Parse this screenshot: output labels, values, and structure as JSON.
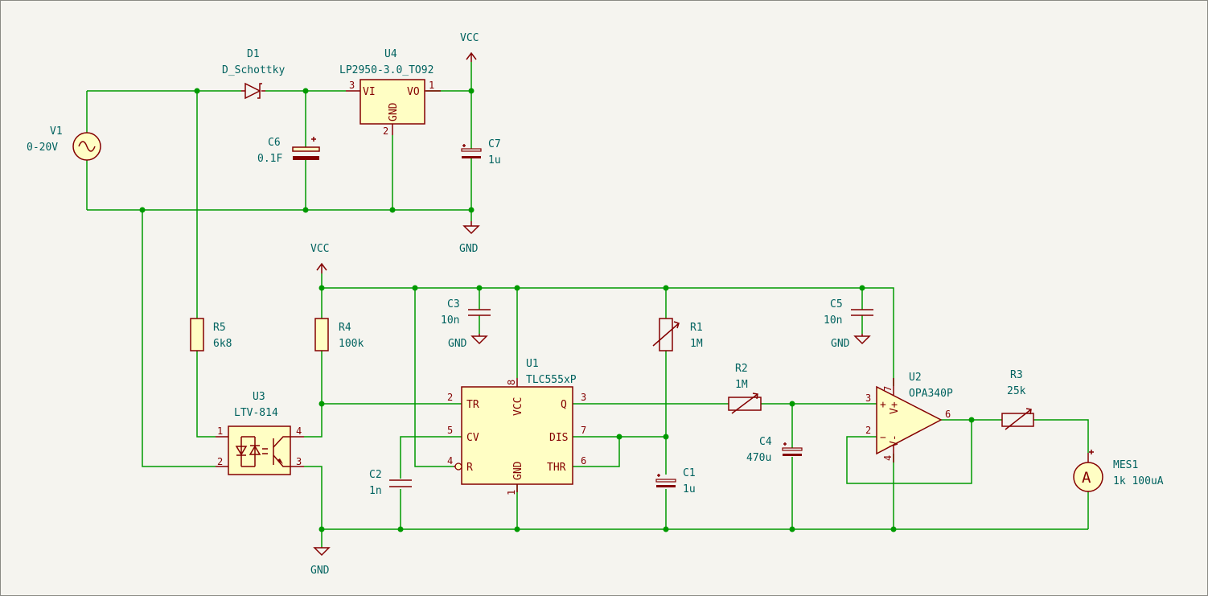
{
  "components": {
    "V1": {
      "ref": "V1",
      "value": "0-20V"
    },
    "D1": {
      "ref": "D1",
      "value": "D_Schottky"
    },
    "U4": {
      "ref": "U4",
      "value": "LP2950-3.0_TO92",
      "pin_vi": "VI",
      "pin_vo": "VO",
      "pin_gnd": "GND",
      "pin1": "1",
      "pin2": "2",
      "pin3": "3"
    },
    "C6": {
      "ref": "C6",
      "value": "0.1F"
    },
    "C7": {
      "ref": "C7",
      "value": "1u"
    },
    "C3": {
      "ref": "C3",
      "value": "10n"
    },
    "C5": {
      "ref": "C5",
      "value": "10n"
    },
    "R5": {
      "ref": "R5",
      "value": "6k8"
    },
    "R4": {
      "ref": "R4",
      "value": "100k"
    },
    "R1": {
      "ref": "R1",
      "value": "1M"
    },
    "R2": {
      "ref": "R2",
      "value": "1M"
    },
    "R3": {
      "ref": "R3",
      "value": "25k"
    },
    "U3": {
      "ref": "U3",
      "value": "LTV-814",
      "pin1": "1",
      "pin2": "2",
      "pin3": "3",
      "pin4": "4"
    },
    "U1": {
      "ref": "U1",
      "value": "TLC555xP",
      "pin_tr": "TR",
      "pin_cv": "CV",
      "pin_r": "R",
      "pin_vcc": "VCC",
      "pin_gnd": "GND",
      "pin_q": "Q",
      "pin_dis": "DIS",
      "pin_thr": "THR",
      "pin1": "1",
      "pin2": "2",
      "pin3": "3",
      "pin4": "4",
      "pin5": "5",
      "pin6": "6",
      "pin7": "7",
      "pin8": "8"
    },
    "C2": {
      "ref": "C2",
      "value": "1n"
    },
    "C1": {
      "ref": "C1",
      "value": "1u"
    },
    "C4": {
      "ref": "C4",
      "value": "470u"
    },
    "U2": {
      "ref": "U2",
      "value": "OPA340P",
      "pin_vplus": "V+",
      "pin_vminus": "V-",
      "pin2": "2",
      "pin3": "3",
      "pin4": "4",
      "pin6": "6",
      "pin7": "7"
    },
    "MES1": {
      "ref": "MES1",
      "value": "1k 100uA",
      "symbol": "A"
    }
  },
  "power": {
    "vcc": "VCC",
    "gnd": "GND"
  }
}
